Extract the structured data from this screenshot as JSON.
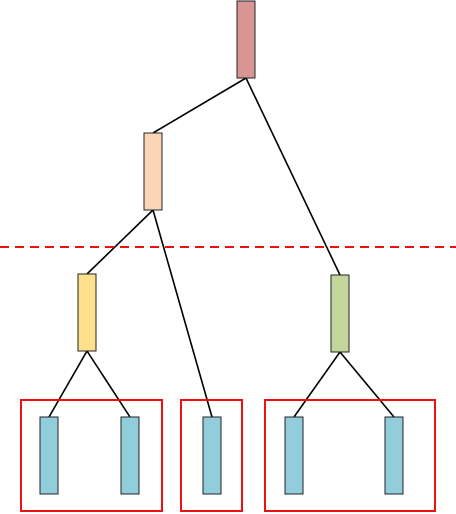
{
  "diagram": {
    "type": "tree",
    "colors": {
      "root": "#d99594",
      "mid": "#fbd5b5",
      "left_internal": "#ffe08c",
      "right_internal": "#c3d69b",
      "leaf": "#92cddc",
      "cut_line": "#ee1111",
      "cluster_box": "#ee1111",
      "edge": "#000000"
    },
    "nodes": [
      {
        "id": "root",
        "color_key": "root"
      },
      {
        "id": "mid",
        "color_key": "mid"
      },
      {
        "id": "left-internal",
        "color_key": "left_internal"
      },
      {
        "id": "right-internal",
        "color_key": "right_internal"
      },
      {
        "id": "leaf-1",
        "color_key": "leaf"
      },
      {
        "id": "leaf-2",
        "color_key": "leaf"
      },
      {
        "id": "leaf-3",
        "color_key": "leaf"
      },
      {
        "id": "leaf-4",
        "color_key": "leaf"
      },
      {
        "id": "leaf-5",
        "color_key": "leaf"
      }
    ],
    "edges": [
      {
        "from": "root",
        "to": "mid"
      },
      {
        "from": "root",
        "to": "right-internal"
      },
      {
        "from": "mid",
        "to": "left-internal"
      },
      {
        "from": "mid",
        "to": "leaf-3"
      },
      {
        "from": "left-internal",
        "to": "leaf-1"
      },
      {
        "from": "left-internal",
        "to": "leaf-2"
      },
      {
        "from": "right-internal",
        "to": "leaf-4"
      },
      {
        "from": "right-internal",
        "to": "leaf-5"
      }
    ],
    "clusters": [
      {
        "id": "cluster-1",
        "members": [
          "leaf-1",
          "leaf-2"
        ]
      },
      {
        "id": "cluster-2",
        "members": [
          "leaf-3"
        ]
      },
      {
        "id": "cluster-3",
        "members": [
          "leaf-4",
          "leaf-5"
        ]
      }
    ],
    "cut_line": {
      "style": "dashed"
    }
  }
}
